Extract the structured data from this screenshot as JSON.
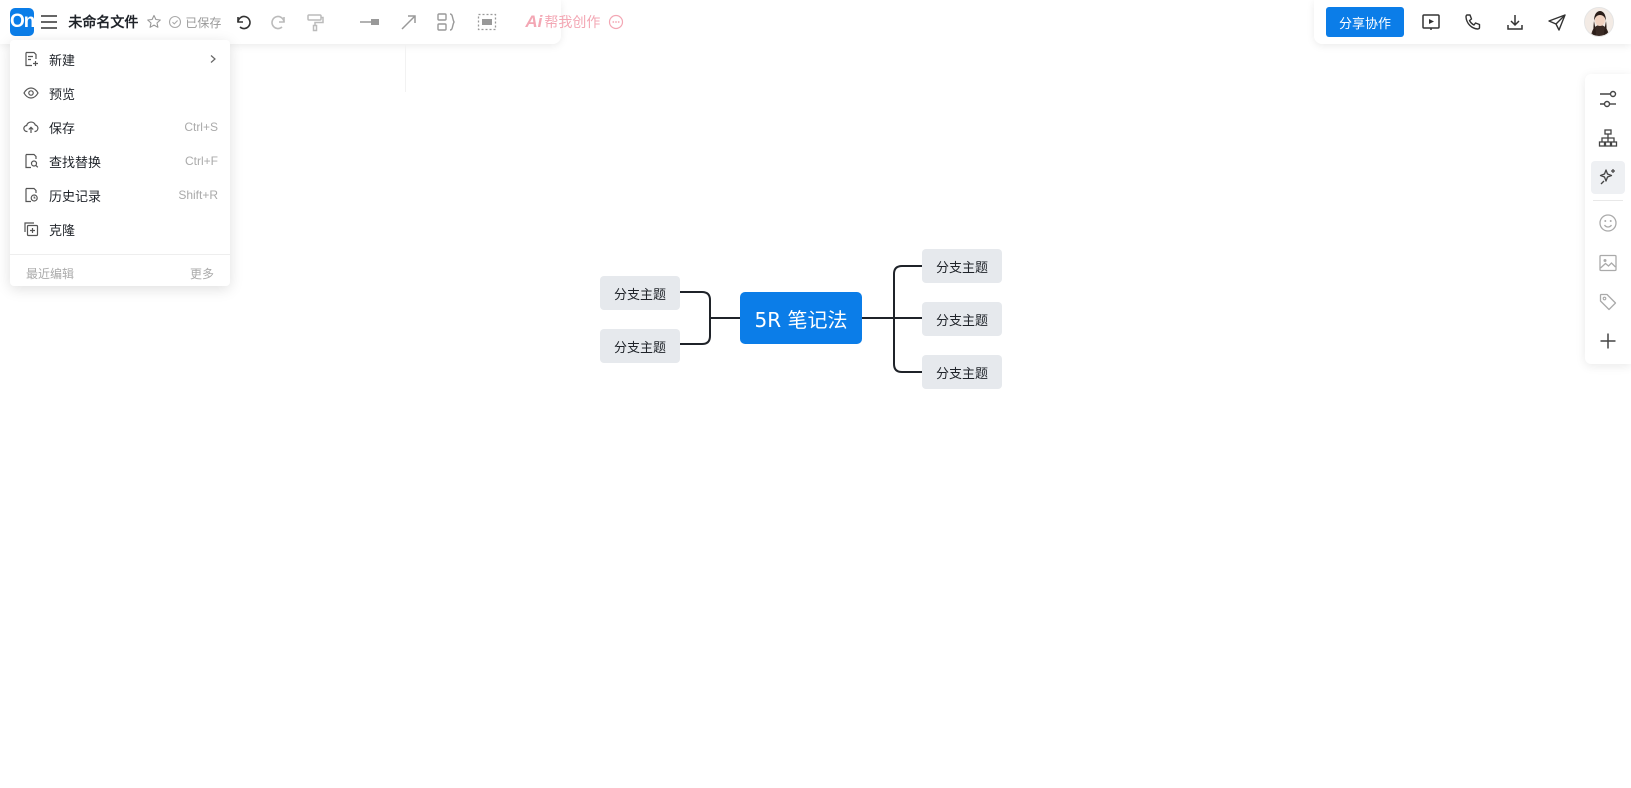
{
  "app": {
    "logo_text": "On",
    "file_title": "未命名文件",
    "save_status": "已保存",
    "brand_color": "#0b7de8"
  },
  "toolbar": {
    "menu_icon": "hamburger-icon",
    "star_icon": "star-icon",
    "undo_icon": "undo-icon",
    "redo_icon": "redo-icon",
    "format_painter_icon": "format-painter-icon",
    "relation_line_icon": "relation-line-icon",
    "arrow_icon": "arrow-icon",
    "summary_icon": "summary-brace-icon",
    "frame_icon": "frame-icon",
    "ai_mark": "Ai",
    "ai_label": "帮我创作",
    "more_icon": "more-icon"
  },
  "header_right": {
    "share_label": "分享协作",
    "present_icon": "present-icon",
    "call_icon": "phone-icon",
    "download_icon": "download-icon",
    "send_icon": "send-icon",
    "avatar_icon": "user-avatar"
  },
  "file_menu": {
    "items": [
      {
        "label": "新建",
        "shortcut": "",
        "icon": "new-file-icon",
        "has_submenu": true
      },
      {
        "label": "预览",
        "shortcut": "",
        "icon": "eye-icon"
      },
      {
        "label": "保存",
        "shortcut": "Ctrl+S",
        "icon": "cloud-upload-icon"
      },
      {
        "label": "查找替换",
        "shortcut": "Ctrl+F",
        "icon": "find-replace-icon"
      },
      {
        "label": "历史记录",
        "shortcut": "Shift+R",
        "icon": "history-icon"
      },
      {
        "label": "克隆",
        "shortcut": "",
        "icon": "clone-icon"
      }
    ],
    "footer_left": "最近编辑",
    "footer_right": "更多"
  },
  "sidebar": {
    "icons": [
      "style-icon",
      "structure-icon",
      "ai-magic-icon",
      "emoji-icon",
      "image-icon",
      "tag-icon",
      "plus-icon"
    ]
  },
  "mindmap": {
    "root": "5R 笔记法",
    "left_branches": [
      "分支主题",
      "分支主题"
    ],
    "right_branches": [
      "分支主题",
      "分支主题",
      "分支主题"
    ]
  }
}
